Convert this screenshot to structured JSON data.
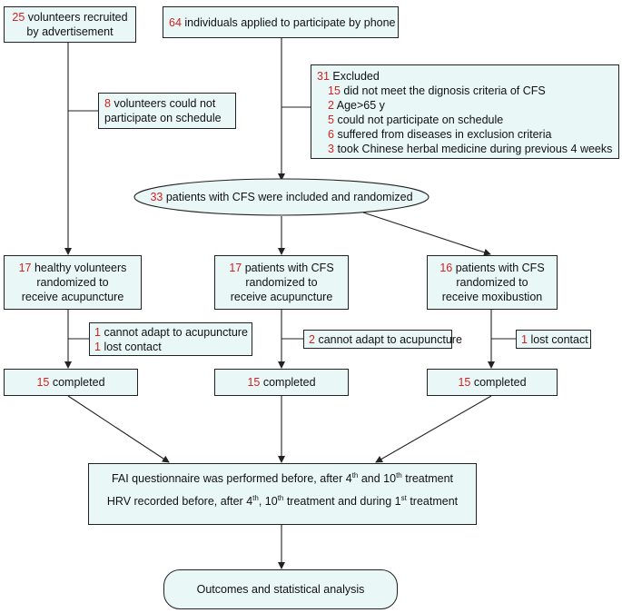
{
  "colors": {
    "box_fill": "#e9f7f7",
    "number": "#d32222",
    "line": "#222222"
  },
  "volunteers_recruited": {
    "num": "25",
    "text": "volunteers recruited",
    "line2": "by advertisement"
  },
  "applied_by_phone": {
    "num": "64",
    "text": "individuals applied to participate by phone"
  },
  "volunteers_excluded": {
    "num": "8",
    "text": "volunteers could not",
    "line2": "participate on schedule"
  },
  "excluded": {
    "title_num": "31",
    "title": "Excluded",
    "reasons": [
      {
        "num": "15",
        "text": "did not meet the dignosis criteria of CFS"
      },
      {
        "num": "2",
        "text": "Age>65 y"
      },
      {
        "num": "5",
        "text": "could not participate on schedule"
      },
      {
        "num": "6",
        "text": "suffered from diseases in exclusion criteria"
      },
      {
        "num": "3",
        "text": "took Chinese herbal medicine during previous 4 weeks"
      }
    ]
  },
  "randomized": {
    "num": "33",
    "text": "patients with CFS were included and randomized"
  },
  "arms": [
    {
      "num": "17",
      "line1": " healthy volunteers",
      "line2": "randomized to",
      "line3": "receive acupuncture"
    },
    {
      "num": "17",
      "line1": "patients with CFS",
      "line2": "randomized to",
      "line3": "receive acupuncture"
    },
    {
      "num": "16",
      "line1": "patients with CFS",
      "line2": "randomized to",
      "line3": "receive moxibustion"
    }
  ],
  "losses": [
    [
      {
        "num": "1",
        "text": "cannot adapt to acupuncture"
      },
      {
        "num": "1",
        "text": "lost contact"
      }
    ],
    [
      {
        "num": "2",
        "text": "cannot adapt to acupuncture"
      }
    ],
    [
      {
        "num": "1",
        "text": "lost contact"
      }
    ]
  ],
  "completed": [
    {
      "num": "15",
      "text": "completed"
    },
    {
      "num": "15",
      "text": "completed"
    },
    {
      "num": "15",
      "text": "completed"
    }
  ],
  "measures": {
    "fai": {
      "a": "FAI questionnaire was performed before, after 4",
      "sup1": "th",
      "b": " and 10",
      "sup2": "th",
      "c": " treatment"
    },
    "hrv": {
      "a": "HRV recorded before, after 4",
      "sup1": "th",
      "b": ", 10",
      "sup2": "th",
      "c": " treatment and during 1",
      "sup3": "st",
      "d": " treatment"
    }
  },
  "outcomes": {
    "text": "Outcomes and statistical analysis"
  }
}
